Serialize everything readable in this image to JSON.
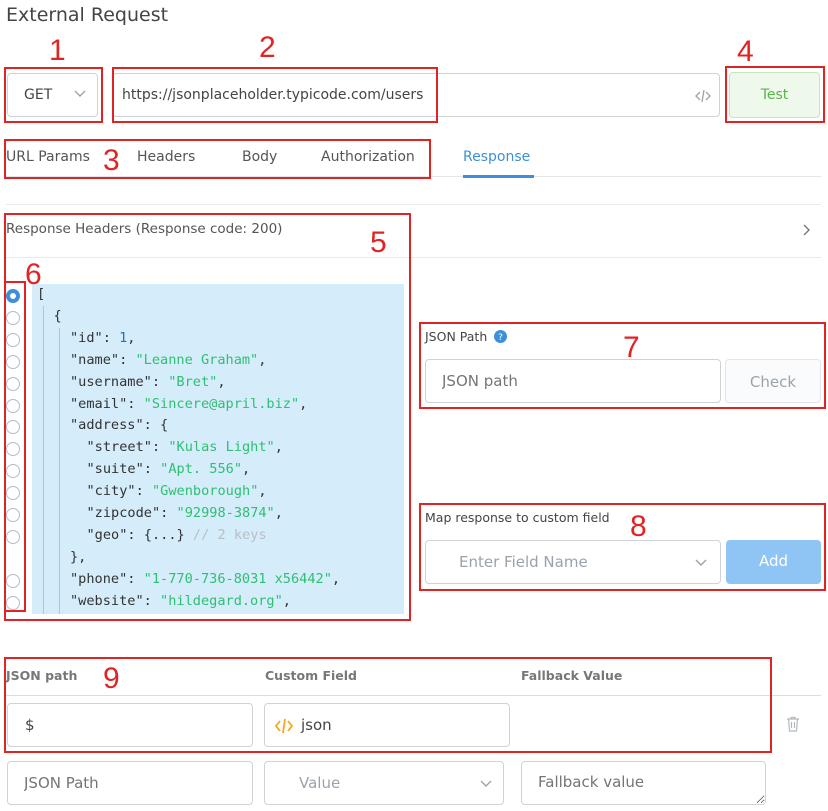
{
  "page": {
    "title": "External Request"
  },
  "annotations": [
    "1",
    "2",
    "3",
    "4",
    "5",
    "6",
    "7",
    "8",
    "9"
  ],
  "request": {
    "method": "GET",
    "url": "https://jsonplaceholder.typicode.com/users",
    "url_icon": "code-icon",
    "test_label": "Test"
  },
  "tabs": [
    "URL Params",
    "Headers",
    "Body",
    "Authorization",
    "Response"
  ],
  "active_tab": "Response",
  "response_headers_label": "Response Headers (Response code: 200)",
  "json_lines": [
    [
      {
        "t": "[",
        "c": "k"
      }
    ],
    [
      {
        "t": "{",
        "c": "k"
      }
    ],
    [
      {
        "t": "\"id\": ",
        "c": "k"
      },
      {
        "t": "1",
        "c": "n"
      },
      {
        "t": ",",
        "c": "k"
      }
    ],
    [
      {
        "t": "\"name\": ",
        "c": "k"
      },
      {
        "t": "\"Leanne Graham\"",
        "c": "s"
      },
      {
        "t": ",",
        "c": "k"
      }
    ],
    [
      {
        "t": "\"username\": ",
        "c": "k"
      },
      {
        "t": "\"Bret\"",
        "c": "s"
      },
      {
        "t": ",",
        "c": "k"
      }
    ],
    [
      {
        "t": "\"email\": ",
        "c": "k"
      },
      {
        "t": "\"Sincere@april.biz\"",
        "c": "s"
      },
      {
        "t": ",",
        "c": "k"
      }
    ],
    [
      {
        "t": "\"address\": {",
        "c": "k"
      }
    ],
    [
      {
        "t": "\"street\": ",
        "c": "k"
      },
      {
        "t": "\"Kulas Light\"",
        "c": "s"
      },
      {
        "t": ",",
        "c": "k"
      }
    ],
    [
      {
        "t": "\"suite\": ",
        "c": "k"
      },
      {
        "t": "\"Apt. 556\"",
        "c": "s"
      },
      {
        "t": ",",
        "c": "k"
      }
    ],
    [
      {
        "t": "\"city\": ",
        "c": "k"
      },
      {
        "t": "\"Gwenborough\"",
        "c": "s"
      },
      {
        "t": ",",
        "c": "k"
      }
    ],
    [
      {
        "t": "\"zipcode\": ",
        "c": "k"
      },
      {
        "t": "\"92998-3874\"",
        "c": "s"
      },
      {
        "t": ",",
        "c": "k"
      }
    ],
    [
      {
        "t": "\"geo\": {...} ",
        "c": "k"
      },
      {
        "t": "// 2 keys",
        "c": "c"
      }
    ],
    [
      {
        "t": "},",
        "c": "k"
      }
    ],
    [
      {
        "t": "\"phone\": ",
        "c": "k"
      },
      {
        "t": "\"1-770-736-8031 x56442\"",
        "c": "s"
      },
      {
        "t": ",",
        "c": "k"
      }
    ],
    [
      {
        "t": "\"website\": ",
        "c": "k"
      },
      {
        "t": "\"hildegard.org\"",
        "c": "s"
      },
      {
        "t": ",",
        "c": "k"
      }
    ]
  ],
  "json_path_panel": {
    "label": "JSON Path",
    "help_icon": "question-circle-icon",
    "placeholder": "JSON path",
    "check_label": "Check"
  },
  "map_panel": {
    "label": "Map response to custom field",
    "placeholder": "Enter Field Name",
    "add_label": "Add"
  },
  "mapping_table": {
    "headers": [
      "JSON path",
      "Custom Field",
      "Fallback Value"
    ],
    "row": {
      "json_path": "$",
      "custom_field": "json",
      "custom_field_icon": "code-icon"
    },
    "new_row": {
      "json_path_placeholder": "JSON Path",
      "custom_field_placeholder": "Value",
      "fallback_placeholder": "Fallback value"
    },
    "delete_icon": "trash-icon"
  },
  "colors": {
    "accent": "#3d8fd9",
    "annotation": "#e02424",
    "test_bg": "#eef9ec",
    "test_text": "#58b449",
    "add_bg": "#8ec5f5",
    "json_bg": "#d5ecfb",
    "string": "#2fbf71",
    "number": "#2a6fb8",
    "code_icon": "#f5a623"
  }
}
